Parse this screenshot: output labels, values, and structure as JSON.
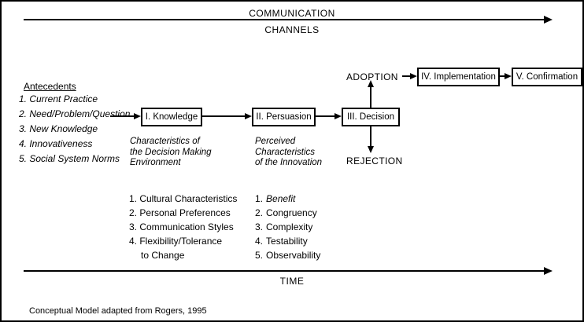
{
  "colors": {
    "ink": "#000000",
    "background": "#ffffff"
  },
  "communication_channel": {
    "line1": "COMMUNICATION",
    "line2": "CHANNELS"
  },
  "time_axis": {
    "label": "TIME"
  },
  "antecedents": {
    "heading": "Antecedents",
    "items": [
      "1. Current Practice",
      "2. Need/Problem/Question",
      "3. New Knowledge",
      "4. Innovativeness",
      "5. Social System Norms"
    ]
  },
  "stages": {
    "knowledge": "I. Knowledge",
    "persuasion": "II. Persuasion",
    "decision": "III. Decision",
    "implementation": "IV. Implementation",
    "confirmation": "V. Confirmation"
  },
  "outcomes": {
    "adoption": "ADOPTION",
    "rejection": "REJECTION"
  },
  "knowledge_note": [
    "Characteristics of",
    "the Decision Making",
    "Environment"
  ],
  "persuasion_note": [
    "Perceived",
    "Characteristics",
    "of the Innovation"
  ],
  "environment_factors": {
    "items": [
      "1. Cultural Characteristics",
      "2. Personal Preferences",
      "3. Communication Styles",
      "4. Flexibility/Tolerance"
    ],
    "item4_wrap": "to Change"
  },
  "innovation_factors": [
    {
      "num": "1.",
      "text": "Benefit"
    },
    {
      "num": "2.",
      "text": "Congruency"
    },
    {
      "num": "3.",
      "text": "Complexity"
    },
    {
      "num": "4.",
      "text": "Testability"
    },
    {
      "num": "5.",
      "text": "Observability"
    }
  ],
  "caption": "Conceptual Model adapted from Rogers, 1995"
}
